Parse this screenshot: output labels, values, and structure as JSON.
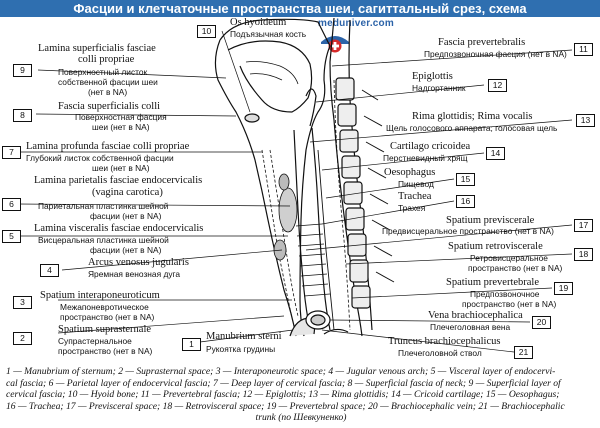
{
  "title": "Фасции и клетчаточные пространства шеи, сагиттальный срез, схема",
  "brand": "meduniver.com",
  "labels": [
    {
      "n": "1",
      "lat": "Manubrium sterni",
      "rus": [
        "Рукоятка грудины"
      ]
    },
    {
      "n": "2",
      "lat": "Spatium suprasternale",
      "rus": [
        "Супрастернальное",
        "пространство (нет в NA)"
      ]
    },
    {
      "n": "3",
      "lat": "Spatium interaponeuroticum",
      "rus": [
        "Межапоневротическое",
        "пространство (нет в NA)"
      ]
    },
    {
      "n": "4",
      "lat": "Arcus venosus jugularis",
      "rus": [
        "Яремная венозная дуга"
      ]
    },
    {
      "n": "5",
      "lat": "Lamina visceralis fasciae endocervicalis",
      "rus": [
        "Висцеральная пластинка шейной",
        "фасции (нет в NA)"
      ]
    },
    {
      "n": "6",
      "lat": "Lamina parietalis fasciae endocervicalis",
      "lat2": "(vagina carotica)",
      "rus": [
        "Париетальная пластинка шейной",
        "фасции (нет в NA)"
      ]
    },
    {
      "n": "7",
      "lat": "Lamina profunda fasciae colli propriae",
      "rus": [
        "Глубокий листок собственной фасции",
        "шеи (нет в NA)"
      ]
    },
    {
      "n": "8",
      "lat": "Fascia superficialis colli",
      "rus": [
        "Поверхностная фасция",
        "шеи (нет в NA)"
      ]
    },
    {
      "n": "9",
      "lat": "Lamina superficialis fasciae",
      "lat2": "colli propriae",
      "rus": [
        "Поверхностный листок",
        "собственной фасции шеи",
        "(нет в NA)"
      ]
    },
    {
      "n": "10",
      "lat": "Os hyoideum",
      "rus": [
        "Подъязычная кость"
      ]
    },
    {
      "n": "11",
      "lat": "Fascia prevertebralis",
      "rus": [
        "Предпозвоночная фасция (нет в NA)"
      ]
    },
    {
      "n": "12",
      "lat": "Epiglottis",
      "rus": [
        "Надгортанник"
      ]
    },
    {
      "n": "13",
      "lat": "Rima glottidis; Rima vocalis",
      "rus": [
        "Щель голосового аппарата; голосовая щель"
      ]
    },
    {
      "n": "14",
      "lat": "Cartilago cricoidea",
      "rus": [
        "Перстневидный хрящ"
      ]
    },
    {
      "n": "15",
      "lat": "Oesophagus",
      "rus": [
        "Пищевод"
      ]
    },
    {
      "n": "16",
      "lat": "Trachea",
      "rus": [
        "Трахея"
      ]
    },
    {
      "n": "17",
      "lat": "Spatium previscerale",
      "rus": [
        "Предвисцеральное пространство (нет в NA)"
      ]
    },
    {
      "n": "18",
      "lat": "Spatium retroviscerale",
      "rus": [
        "Ретровисцеральное",
        "пространство (нет в NA)"
      ]
    },
    {
      "n": "19",
      "lat": "Spatium prevertebrale",
      "rus": [
        "Предпозвоночное",
        "пространство (нет в NA)"
      ]
    },
    {
      "n": "20",
      "lat": "Vena brachiocephalica",
      "rus": [
        "Плечеголовная вена"
      ]
    },
    {
      "n": "21",
      "lat": "Truncus brachiocephalicus",
      "rus": [
        "Плечеголовной ствол"
      ]
    }
  ],
  "legend": [
    "1 — Manubrium of sternum; 2 — Suprasternal space; 3 — Interaponeurotic space; 4 — Jugular venous arch; 5 — Visceral layer of endocervi-",
    "cal fascia; 6 — Parietal layer of endocervical fascia; 7 — Deep layer of cervical fascia; 8 — Superficial fascia of neck; 9 — Superficial layer of",
    "cervical fascia; 10 — Hyoid bone; 11 — Prevertebral fascia; 12 — Epiglottis; 13 — Rima glottidis; 14 — Cricoid cartilage; 15 — Oesophagus;",
    "16 — Trachea; 17 — Previsceral space; 18 — Retrovisceral space; 19 — Prevertebral space; 20 — Brachiocephalic vein; 21 — Brachiocephalic",
    "trunk (по Шевкуненко)"
  ]
}
